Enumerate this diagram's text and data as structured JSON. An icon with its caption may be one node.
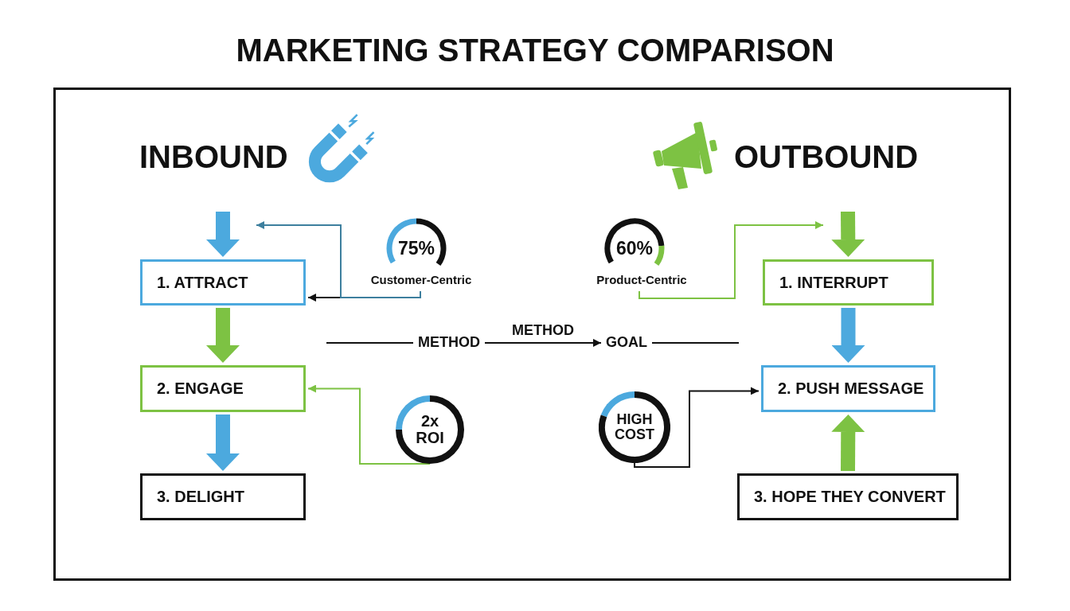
{
  "diagram": {
    "title": "MARKETING STRATEGY COMPARISON",
    "nodes": [
      {
        "text": [
          "1. ATTRACT"
        ]
      },
      {
        "text": [
          "2. ENGAGE"
        ]
      },
      {
        "text": [
          "3. DELIGHT"
        ]
      },
      {
        "text": [
          "75%",
          "Customer-Centric"
        ]
      },
      {
        "text": [
          "2x ROI"
        ]
      },
      {
        "text": [
          "METHOD"
        ]
      },
      {
        "text": [
          "GOAL"
        ]
      },
      {
        "text": [
          "60%",
          "Product-Centric"
        ]
      },
      {
        "text": [
          "HIGH COST"
        ]
      },
      {
        "text": [
          "1. INTERRUPT"
        ]
      },
      {
        "text": [
          "2. PUSH MESSAGE"
        ]
      },
      {
        "text": [
          "3. HOPE THEY CONVERT"
        ]
      }
    ],
    "edges": [
      {
        "from": null,
        "to": 0,
        "arrow": "to",
        "style": "thick",
        "color": "#4ca9de"
      },
      {
        "from": 0,
        "to": 1,
        "arrow": "to",
        "style": "thick",
        "color": "#7dc243"
      },
      {
        "from": 1,
        "to": 2,
        "arrow": "to",
        "style": "thick",
        "color": "#4ca9de"
      },
      {
        "from": 3,
        "to": 0,
        "arrow": "to",
        "color": "#111111"
      },
      {
        "from": 3,
        "to": null,
        "arrow": "to",
        "color": "#3d7f9e"
      },
      {
        "from": 4,
        "to": 1,
        "arrow": "to",
        "color": "#7dc243"
      },
      {
        "from": null,
        "to": 5,
        "arrow": "none",
        "color": "#111111"
      },
      {
        "from": 5,
        "to": 6,
        "arrow": "to",
        "label": "METHOD",
        "color": "#111111"
      },
      {
        "from": 6,
        "to": null,
        "arrow": "none",
        "color": "#111111"
      },
      {
        "from": 7,
        "to": null,
        "arrow": "to",
        "color": "#7dc243"
      },
      {
        "from": 8,
        "to": 10,
        "arrow": "to",
        "color": "#111111"
      },
      {
        "from": null,
        "to": 9,
        "arrow": "to",
        "style": "thick",
        "color": "#7dc243"
      },
      {
        "from": 9,
        "to": 10,
        "arrow": "to",
        "style": "thick",
        "color": "#4ca9de"
      },
      {
        "from": 11,
        "to": 10,
        "arrow": "to",
        "style": "thick",
        "color": "#7dc243"
      }
    ],
    "labels": [
      "INBOUND",
      "OUTBOUND"
    ]
  }
}
